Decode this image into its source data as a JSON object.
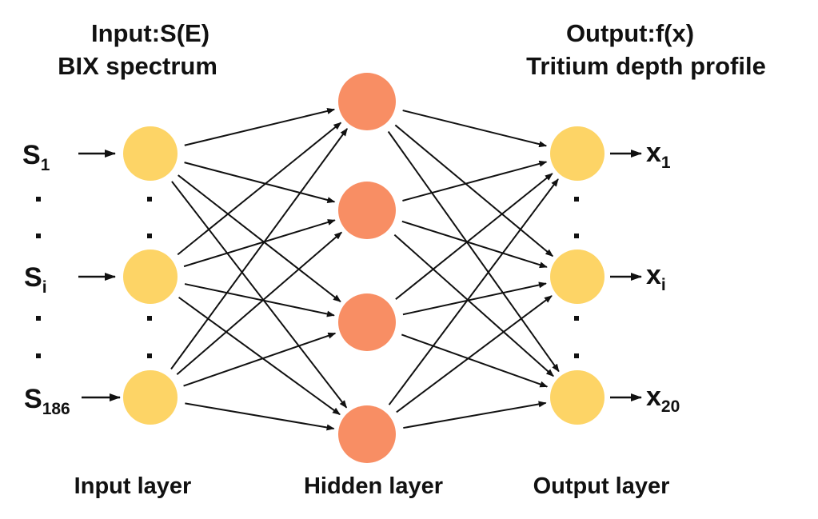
{
  "titles": {
    "input_line1": "Input:S(E)",
    "input_line2": "BIX spectrum",
    "output_line1": "Output:f(x)",
    "output_line2": "Tritium depth profile"
  },
  "layer_labels": {
    "input": "Input layer",
    "hidden": "Hidden layer",
    "output": "Output layer"
  },
  "inputs": [
    {
      "base": "S",
      "sub": "1"
    },
    {
      "base": "S",
      "sub": "i"
    },
    {
      "base": "S",
      "sub": "186"
    }
  ],
  "outputs": [
    {
      "base": "x",
      "sub": "1"
    },
    {
      "base": "x",
      "sub": "i"
    },
    {
      "base": "x",
      "sub": "20"
    }
  ],
  "layers": {
    "input_nodes_shown": 3,
    "hidden_nodes": 4,
    "output_nodes_shown": 3
  },
  "colors": {
    "input_node": "#FDD466",
    "hidden_node": "#F88E64",
    "output_node": "#FDD466",
    "edge": "#111111"
  }
}
